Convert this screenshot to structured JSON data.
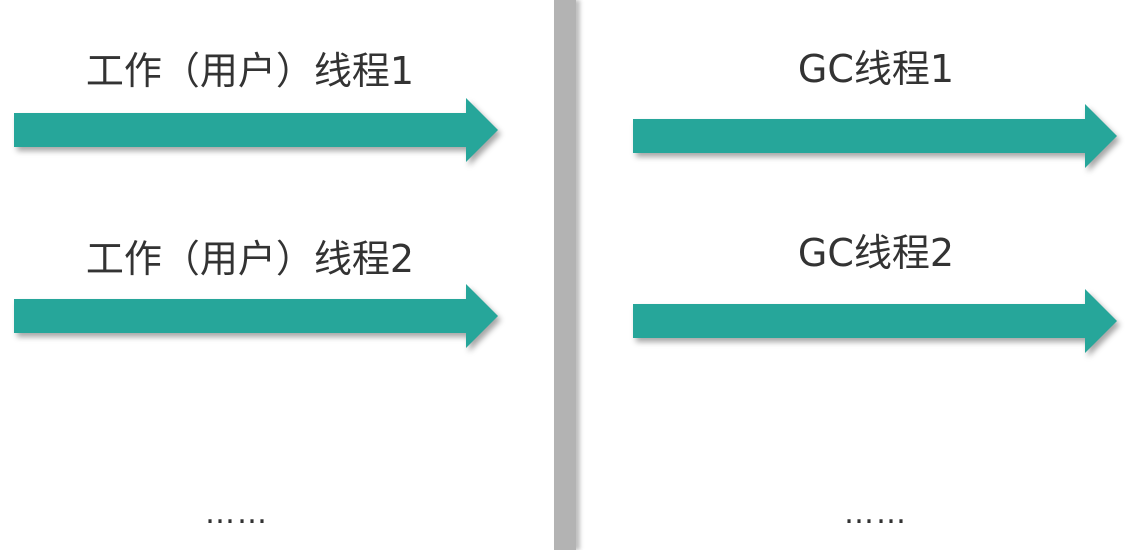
{
  "colors": {
    "arrow": "#26a69a",
    "divider": "#b3b3b3",
    "text": "#333333"
  },
  "left": {
    "threads": [
      {
        "label": "工作（用户）线程1"
      },
      {
        "label": "工作（用户）线程2"
      }
    ],
    "ellipsis": "……"
  },
  "right": {
    "threads": [
      {
        "label": "GC线程1"
      },
      {
        "label": "GC线程2"
      }
    ],
    "ellipsis": "……"
  }
}
